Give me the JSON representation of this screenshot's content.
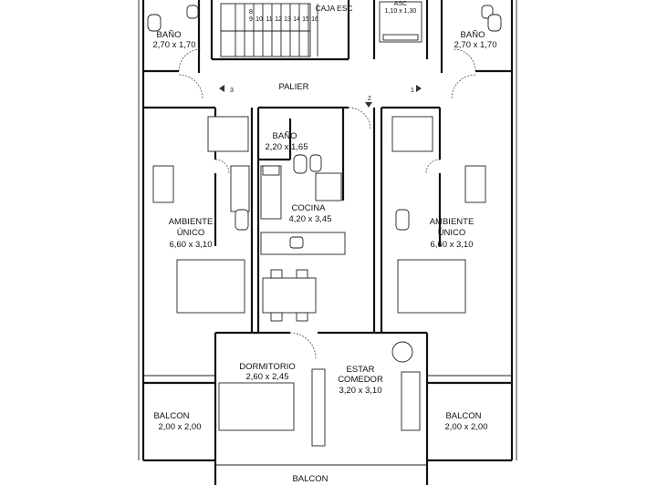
{
  "stair": {
    "label": "CAJA ESC",
    "steps": [
      "8",
      "9",
      "10",
      "11",
      "12",
      "13",
      "14",
      "15",
      "16"
    ]
  },
  "elevator": {
    "label": "ASC",
    "dims": "1,10 x 1,30"
  },
  "hall": {
    "label": "PALIER",
    "marks": [
      "3",
      "2",
      "1"
    ]
  },
  "rooms": {
    "bano_left": {
      "name": "BAÑO",
      "dims": "2,70 x 1,70"
    },
    "bano_right": {
      "name": "BAÑO",
      "dims": "2,70 x 1,70"
    },
    "bano_center": {
      "name": "BAÑO",
      "dims": "2,20 x 1,65"
    },
    "cocina": {
      "name": "COCINA",
      "dims": "4,20 x 3,45"
    },
    "ambiente_left": {
      "name1": "AMBIENTE",
      "name2": "ÚNICO",
      "dims": "6,60 x 3,10"
    },
    "ambiente_right": {
      "name1": "AMBIENTE",
      "name2": "ÚNICO",
      "dims": "6,60 x 3,10"
    },
    "dormitorio": {
      "name": "DORMITORIO",
      "dims": "2,60 x 2,45"
    },
    "estar": {
      "name1": "ESTAR",
      "name2": "COMEDOR",
      "dims": "3,20 x 3,10"
    },
    "balcon_left": {
      "name": "BALCON",
      "dims": "2,00 x 2,00"
    },
    "balcon_right": {
      "name": "BALCON",
      "dims": "2,00 x 2,00"
    },
    "balcon_bottom": {
      "name": "BALCON"
    }
  }
}
